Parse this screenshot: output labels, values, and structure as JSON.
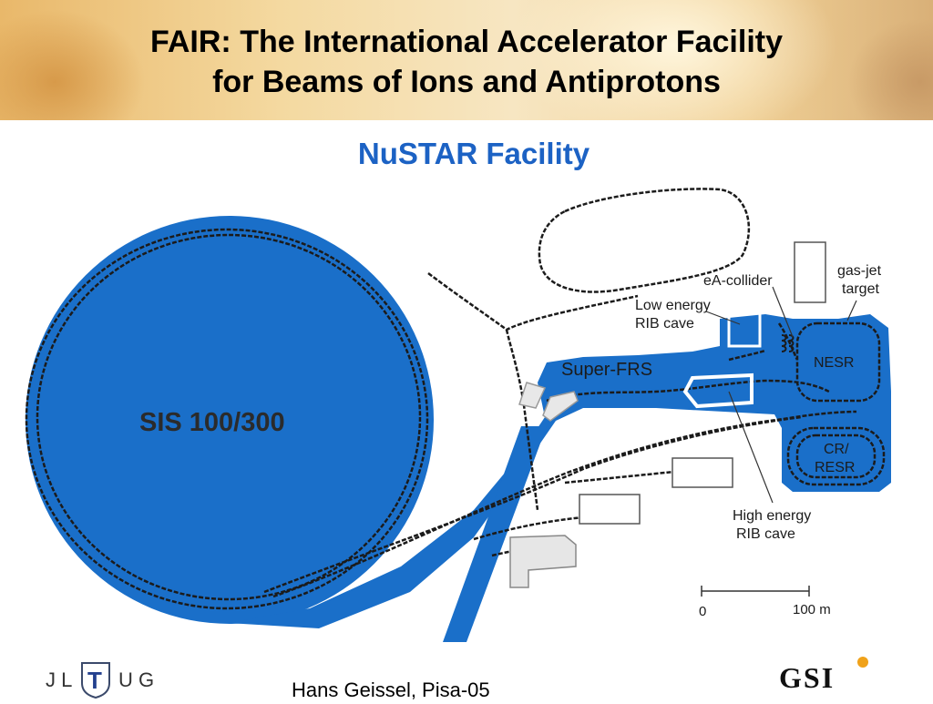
{
  "header": {
    "title_line1": "FAIR: The International Accelerator Facility",
    "title_line2": "for Beams of Ions and Antiprotons"
  },
  "slide": {
    "subtitle": "NuSTAR Facility"
  },
  "diagram": {
    "sis_label": "SIS 100/300",
    "super_frs_label": "Super-FRS",
    "nesr_label": "NESR",
    "cr_label_1": "CR/",
    "cr_label_2": "RESR",
    "ea_collider_label": "eA-collider",
    "gas_jet_label_1": "gas-jet",
    "gas_jet_label_2": "target",
    "low_energy_label_1": "Low energy",
    "low_energy_label_2": "RIB cave",
    "high_energy_label_1": "High energy",
    "high_energy_label_2": "RIB cave",
    "scale_zero": "0",
    "scale_end": "100 m",
    "accent_color": "#1a6fc9"
  },
  "footer": {
    "author": "Hans Geissel, Pisa-05",
    "logo_left_1": "J L",
    "logo_left_mark": "T",
    "logo_left_2": "U G",
    "logo_right": "GSI"
  }
}
